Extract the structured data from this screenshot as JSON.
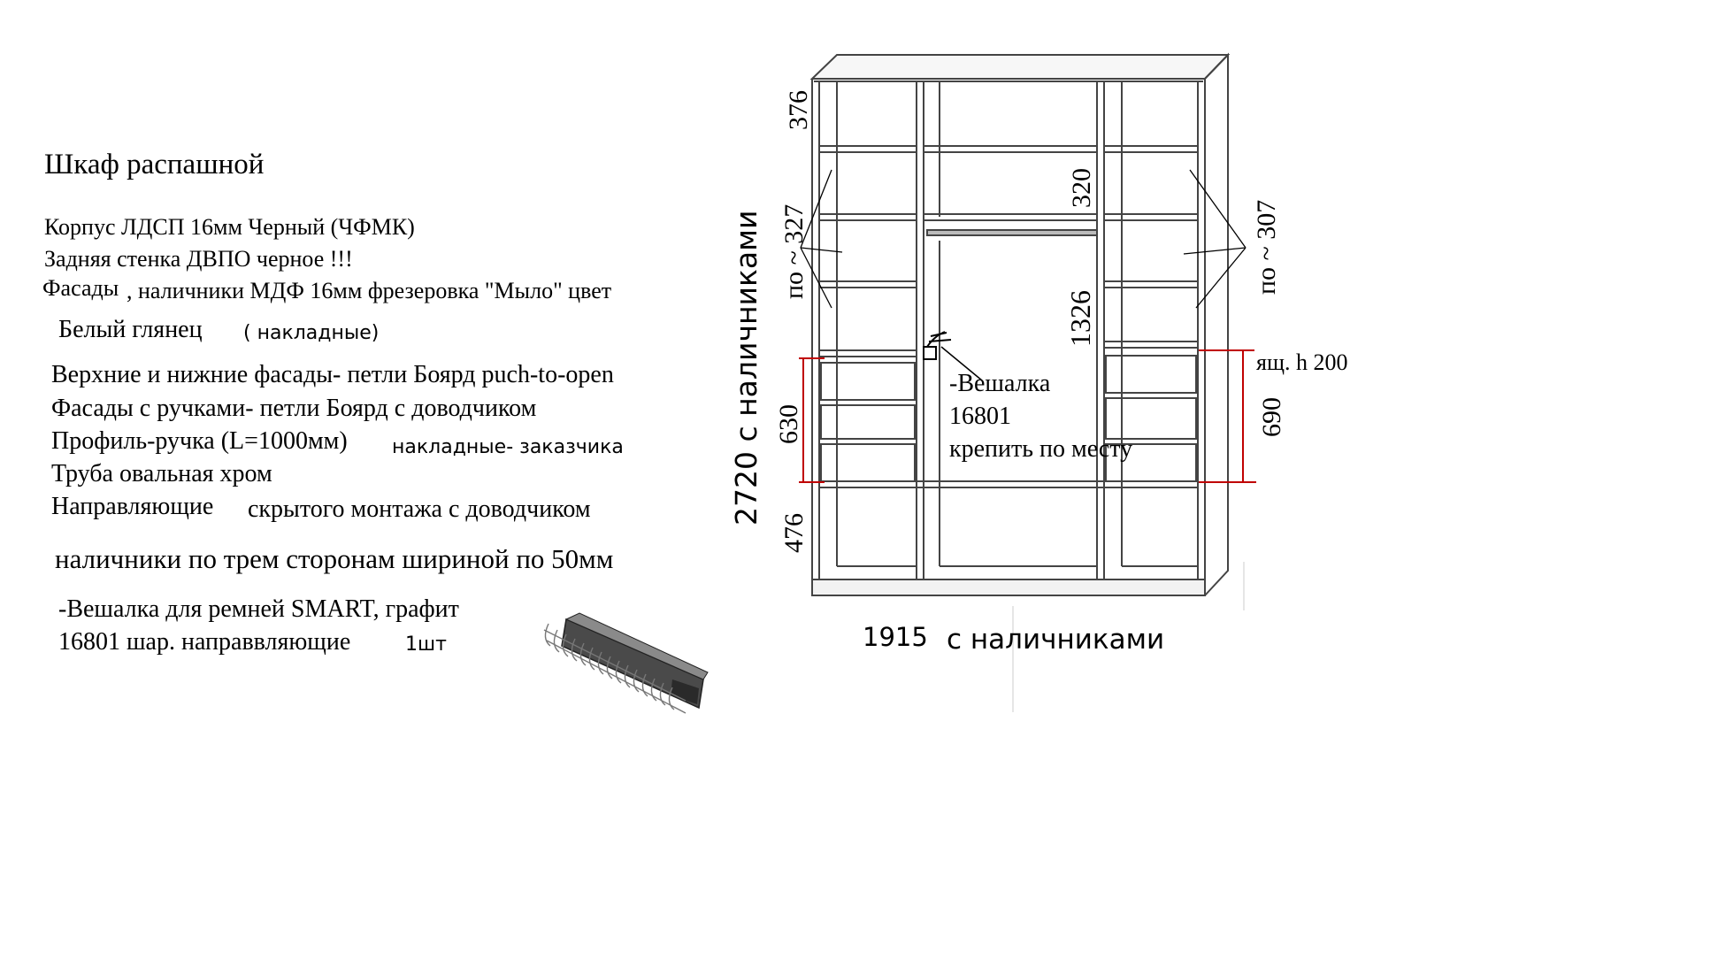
{
  "spec": {
    "title": "Шкаф распашной",
    "line_body": "Корпус ЛДСП 16мм Черный (ЧФМК)",
    "line_back": "Задняя стенка ДВПО черное !!!",
    "line_facades_a": "Фасады",
    "line_facades_b": ", наличники  МДФ 16мм фрезеровка \"Мыло\" цвет",
    "line_gloss_a": "Белый глянец",
    "line_gloss_b": "( накладные)",
    "line_hinges_top": "Верхние и нижние фасады- петли Боярд puch-to-open",
    "line_hinges_handles": "Фасады с ручками- петли Боярд с доводчиком",
    "line_profile_a": "Профиль-ручка (L=1000мм)",
    "line_profile_b": "накладные- заказчика",
    "line_tube": "Труба овальная хром",
    "line_guides_a": "Направляющие",
    "line_guides_b": "скрытого монтажа с доводчиком",
    "line_trims": "наличники по трем сторонам шириной по 50мм",
    "line_rack_1": "-Вешалка для ремней  SMART, графит",
    "line_rack_2": "16801 шар. направвляющие",
    "line_rack_qty": "1шт"
  },
  "dimensions": {
    "top_left": "376",
    "left_shelves": "по ~ 327",
    "center_top": "320",
    "center_rod": "1326",
    "right_shelves": "по ~ 307",
    "left_drawers": "630",
    "right_drawers": "690",
    "drawer_height": "ящ. h 200",
    "bottom_left": "476",
    "total_height": "2720  с наличниками",
    "total_width_value": "1915",
    "total_width_note": "с наличниками"
  },
  "callout": {
    "line1": "-Вешалка",
    "line2": "16801",
    "line3": "крепить по месту"
  },
  "colors": {
    "line": "#555555",
    "cabinet_edge": "#333333",
    "dimension_red": "#c00000",
    "rack_dark": "#3a3a3a"
  }
}
